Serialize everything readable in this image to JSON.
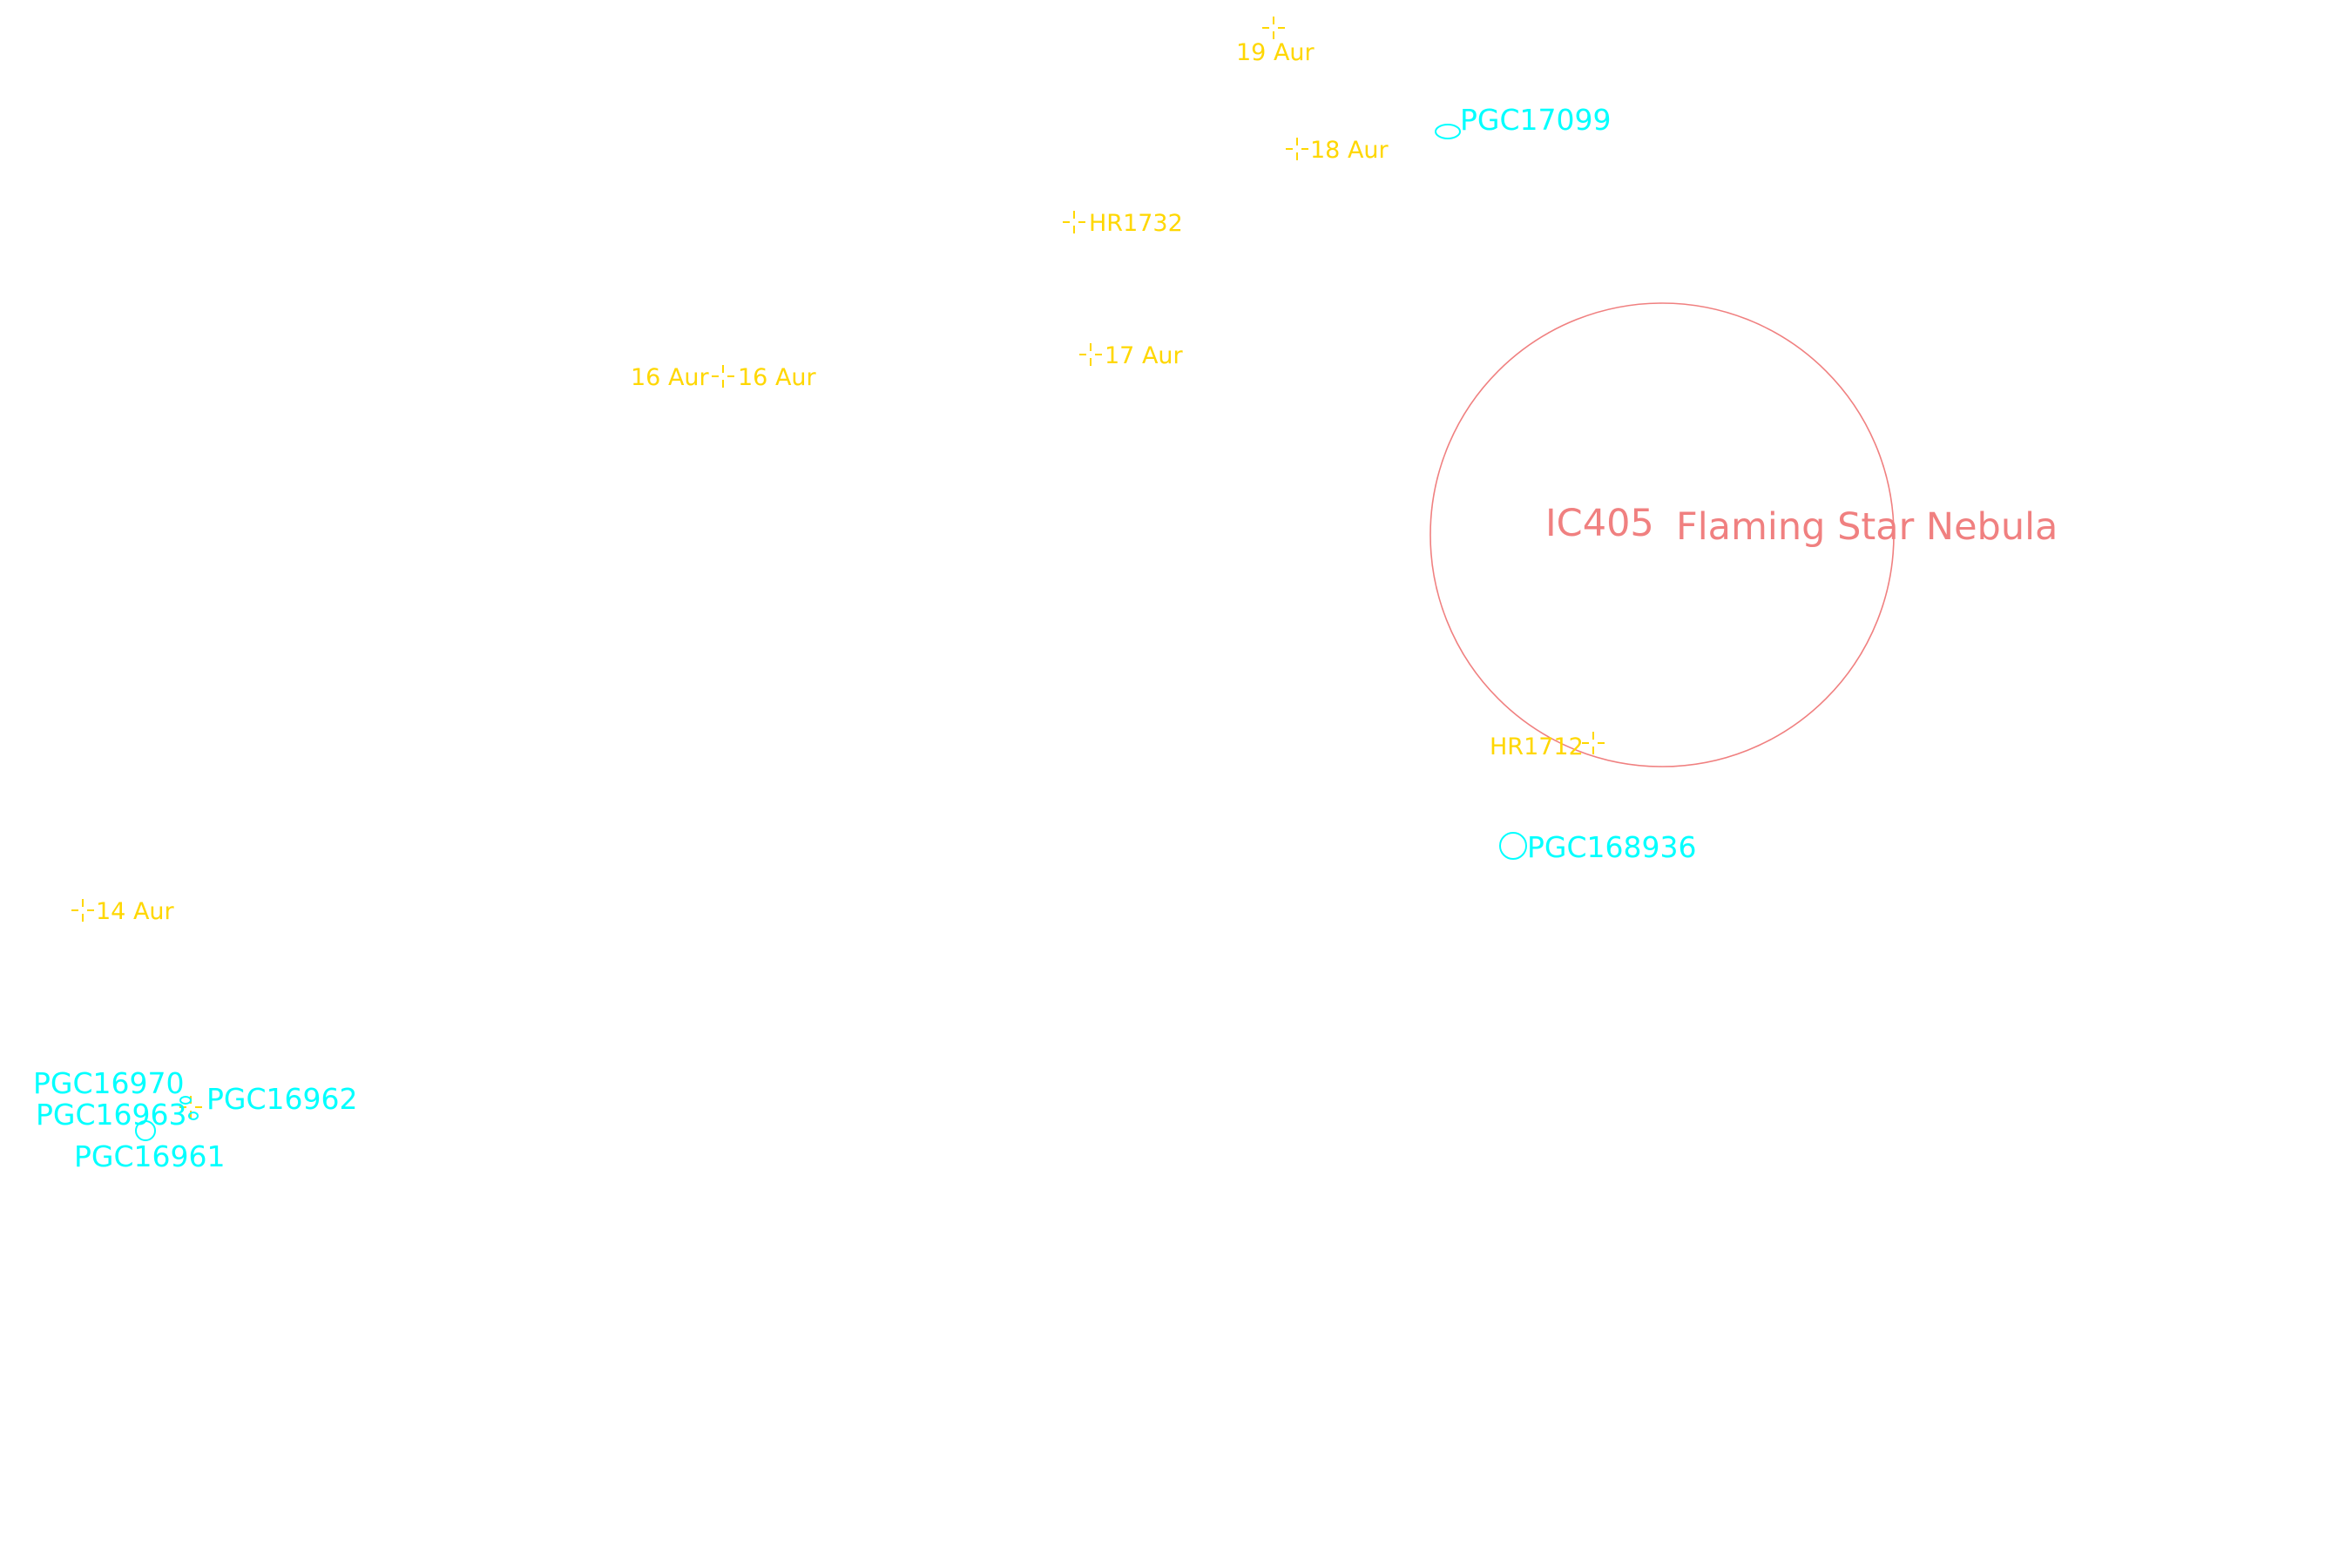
{
  "colors": {
    "star": "#ffd700",
    "galaxy": "#00ffff",
    "nebula": "#f08080",
    "background": "#ffffff"
  },
  "stars": [
    {
      "label": "19 Aur"
    },
    {
      "label": "18 Aur"
    },
    {
      "label": "HR1732"
    },
    {
      "label": "17 Aur"
    },
    {
      "label_left": "16 Aur",
      "label_right": "16 Aur"
    },
    {
      "label": "HR1712"
    },
    {
      "label": "14 Aur"
    }
  ],
  "galaxies": [
    {
      "label": "PGC17099"
    },
    {
      "label": "PGC168936"
    },
    {
      "label": "PGC16970"
    },
    {
      "label": "PGC16963"
    },
    {
      "label": "PGC16962"
    },
    {
      "label": "PGC16961"
    }
  ],
  "nebulae": [
    {
      "id_label": "IC405",
      "name_label": "Flaming Star Nebula"
    }
  ]
}
